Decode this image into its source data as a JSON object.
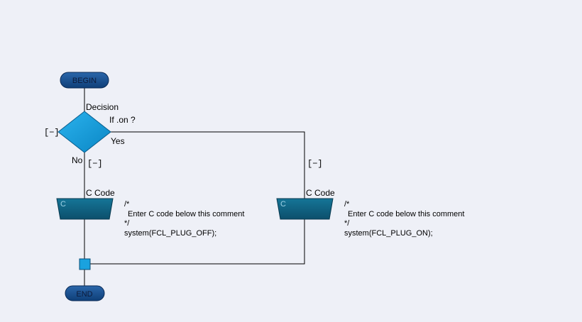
{
  "flowchart": {
    "begin_label": "BEGIN",
    "end_label": "END",
    "decision": {
      "title": "Decision",
      "condition": "If .on ?",
      "yes_label": "Yes",
      "no_label": "No",
      "collapse_label": "[−]"
    },
    "branch_no": {
      "collapse_label": "[−]",
      "block_title": "C Code",
      "block_label": "C",
      "code_lines": [
        "/*",
        "Enter C code below this comment",
        "*/",
        "system(FCL_PLUG_OFF);"
      ]
    },
    "branch_yes": {
      "collapse_label": "[−]",
      "block_title": "C Code",
      "block_label": "C",
      "code_lines": [
        "/*",
        "Enter C code below this comment",
        "*/",
        "system(FCL_PLUG_ON);"
      ]
    }
  },
  "colors": {
    "background": "#eef0f7",
    "terminal_fill": "#1a4f8e",
    "decision_fill": "#139fdc",
    "code_block_fill": "#105f80",
    "connector": "#000000",
    "junction_fill": "#1aa2df"
  }
}
